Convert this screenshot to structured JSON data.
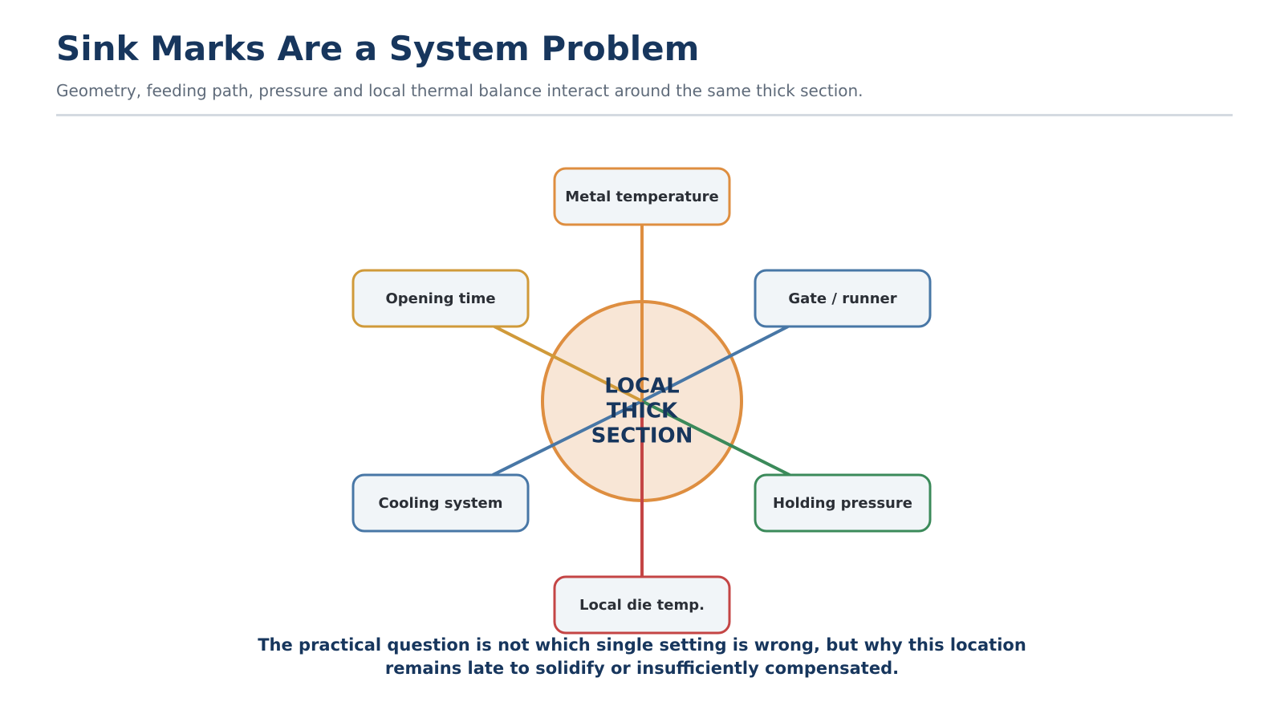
{
  "header": {
    "title": "Sink Marks Are a System Problem",
    "subtitle": "Geometry, feeding path, pressure and local thermal balance interact around the same thick section."
  },
  "diagram": {
    "center": {
      "lines": [
        "LOCAL",
        "THICK",
        "SECTION"
      ],
      "fill": "#f8e6d6",
      "stroke": "#de8e40"
    },
    "nodes": [
      {
        "id": "metal-temperature",
        "label": "Metal temperature",
        "color": "#de8e40"
      },
      {
        "id": "gate-runner",
        "label": "Gate / runner",
        "color": "#4877a6"
      },
      {
        "id": "holding-pressure",
        "label": "Holding pressure",
        "color": "#3b8a5a"
      },
      {
        "id": "local-die-temp",
        "label": "Local die temp.",
        "color": "#c44545"
      },
      {
        "id": "cooling-system",
        "label": "Cooling system",
        "color": "#4877a6"
      },
      {
        "id": "opening-time",
        "label": "Opening time",
        "color": "#d09a3a"
      }
    ],
    "node_fill": "#f1f5f8"
  },
  "footer": {
    "line1": "The practical question is not which single setting is wrong, but why this location",
    "line2": "remains late to solidify or insufficiently compensated."
  }
}
